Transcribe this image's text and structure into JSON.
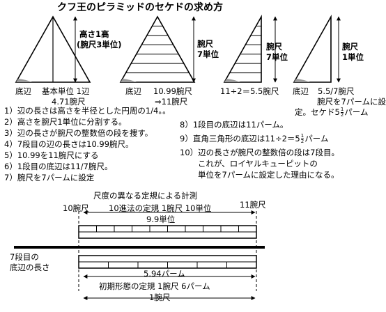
{
  "title": "クフ王のピラミッドのセケドの求め方",
  "figures": {
    "fig1": {
      "height_label_1": "高さ1高",
      "height_label_2": "(腕尺3単位)",
      "base_label": "底辺",
      "unit_label_1": "基本単位 1辺",
      "unit_label_2": "4.71腕尺"
    },
    "fig2": {
      "side_label_1": "腕尺",
      "side_label_2": "7単位",
      "base_label": "底辺",
      "value_1": "10.99腕尺",
      "value_2": "⇒11腕尺"
    },
    "fig3": {
      "side_label_1": "腕尺",
      "side_label_2": "7単位",
      "formula": "11÷2＝5.5腕尺"
    },
    "fig4": {
      "side_label_1": "腕尺",
      "side_label_2": "1単位",
      "base_label": "底辺",
      "value": "5.5/7腕尺",
      "note_1": "腕尺を7パームに設",
      "note_2_prefix": "定。セケド5",
      "note_2_num": "1",
      "note_2_den": "2",
      "note_2_suffix": "パーム"
    }
  },
  "steps_left": [
    "1）辺の長さは高さを半径とした円周の1/4。。",
    "2）高さを腕尺1単位に分割する。",
    "3）辺の長さが腕尺の整数倍の段を捜す。",
    "4）7段目の辺の長さは10.99腕尺。",
    "5）10.99を11腕尺にする",
    "6）1段目の底辺は11/7腕尺。",
    "7）腕尺を7パームに設定"
  ],
  "steps_right": {
    "s8": "8）1段目の底辺は11パーム。",
    "s9_prefix": "9）直角三角形の底辺は11÷2＝5",
    "s9_num": "1",
    "s9_den": "2",
    "s9_suffix": "パーム",
    "s10_1": "10）辺の長さが腕尺の整数倍の段は7段目。",
    "s10_2": "これが、ロイヤルキューピットの",
    "s10_3": "単位を7パームに設定した理由になる。"
  },
  "bottom": {
    "title": "尺度の異なる定規による計測",
    "left_mark": "10腕尺",
    "ruler_name": "10進法の定規 1腕尺 10単位",
    "upper_span": "9.9単位",
    "right_mark": "11腕尺",
    "side_label_1": "7段目の",
    "side_label_2": "底辺の長さ",
    "lower_span": "5.94パーム",
    "early_ruler": "初期形態の定規 1腕尺 6パーム",
    "bottom_span": "1腕尺"
  }
}
